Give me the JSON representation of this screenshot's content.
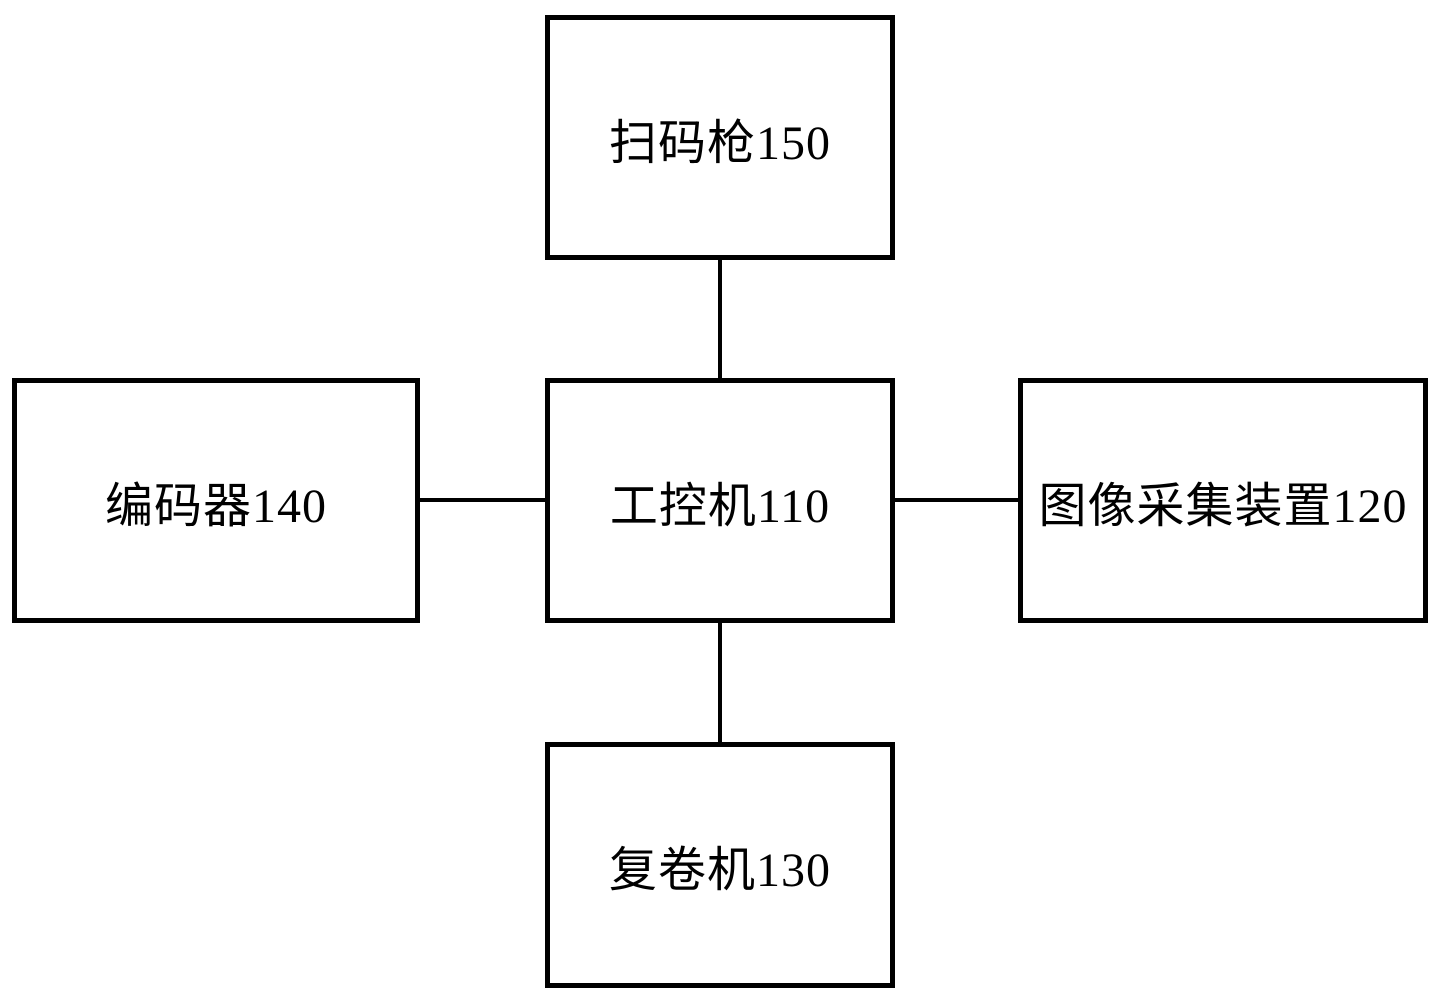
{
  "diagram": {
    "background_color": "#ffffff",
    "box_border_color": "#000000",
    "box_fill_color": "#ffffff",
    "text_color": "#000000",
    "nodes": [
      {
        "id": "scanner-gun",
        "label": "扫码枪150",
        "position": "top"
      },
      {
        "id": "encoder",
        "label": "编码器140",
        "position": "left"
      },
      {
        "id": "industrial-computer",
        "label": "工控机110",
        "position": "center"
      },
      {
        "id": "image-capture-device",
        "label": "图像采集装置120",
        "position": "right"
      },
      {
        "id": "rewinder",
        "label": "复卷机130",
        "position": "bottom"
      }
    ],
    "edges": [
      {
        "from": "扫码枪150",
        "to": "工控机110",
        "style": "plain-line"
      },
      {
        "from": "编码器140",
        "to": "工控机110",
        "style": "plain-line"
      },
      {
        "from": "图像采集装置120",
        "to": "工控机110",
        "style": "plain-line"
      },
      {
        "from": "复卷机130",
        "to": "工控机110",
        "style": "plain-line"
      }
    ]
  }
}
